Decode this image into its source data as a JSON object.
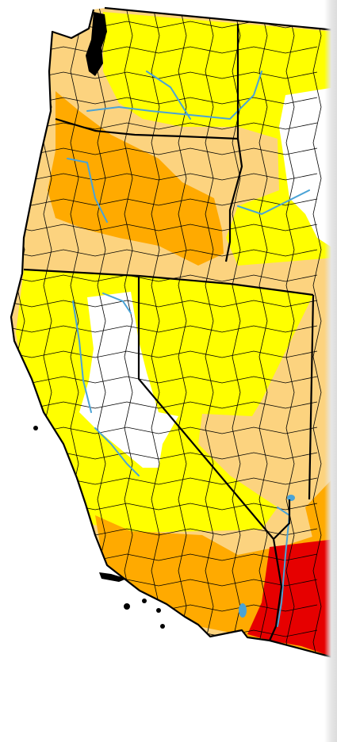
{
  "map": {
    "region": "western-united-states",
    "layers": [
      "drought-intensity-fill",
      "county-boundaries",
      "state-boundaries",
      "rivers"
    ],
    "palette": {
      "none": "#ffffff",
      "abnormally_dry": "#ffff00",
      "moderate": "#fcd37f",
      "severe": "#ffaa00",
      "extreme": "#e60000",
      "water": "#4aa3d6",
      "border": "#000000",
      "background": "#ffffff"
    }
  }
}
